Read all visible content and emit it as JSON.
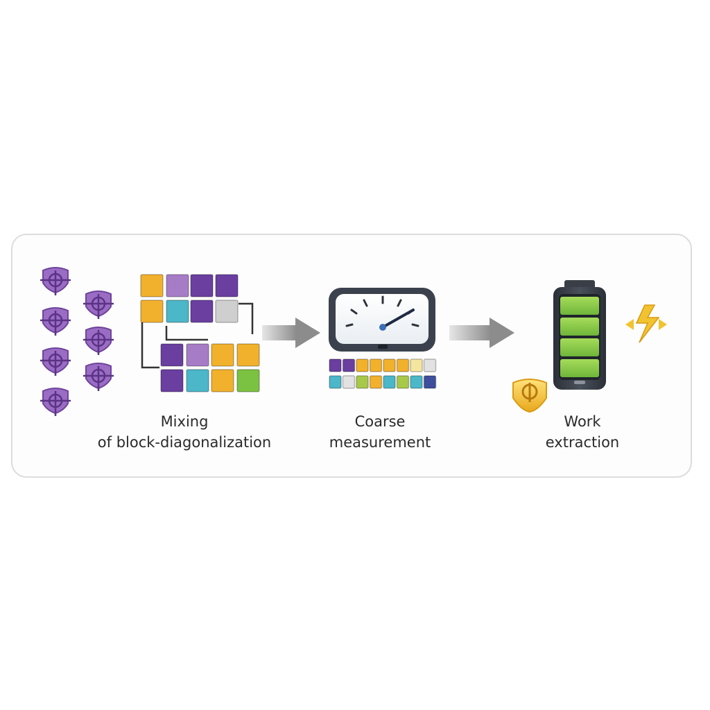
{
  "steps": [
    {
      "line1": "Mixing",
      "line2": "of block-diagonalization"
    },
    {
      "line1": "Coarse",
      "line2": "measurement"
    },
    {
      "line1": "Work",
      "line2": "extraction"
    }
  ],
  "colors": {
    "purple": "#6a3fa0",
    "lavender": "#a77cc7",
    "yellow": "#f2b12c",
    "teal": "#4bb7c9",
    "green": "#7cc242",
    "grey": "#cfcfcf",
    "navy": "#3d4f9c",
    "arrow": "#8c8c8c",
    "gold": "#f2c330"
  }
}
